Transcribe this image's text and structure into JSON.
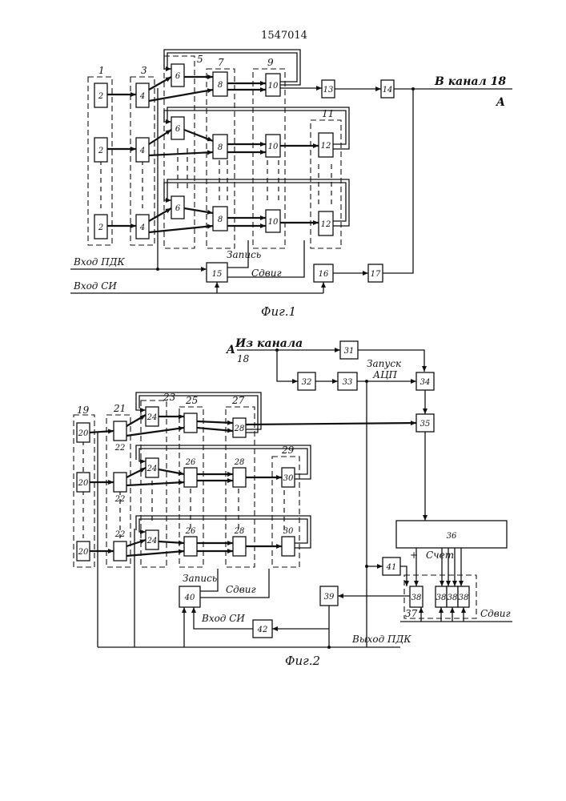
{
  "patent_number": "1547014",
  "fig1": {
    "caption": "Фиг.1",
    "group_labels": [
      "1",
      "3",
      "5",
      "7",
      "9",
      "11"
    ],
    "blocks": {
      "b2": "2",
      "b4": "4",
      "b6": "6",
      "b8": "8",
      "b10": "10",
      "b12": "12",
      "b13": "13",
      "b14": "14",
      "b15": "15",
      "b16": "16",
      "b17": "17"
    },
    "output_label": "В канал 18",
    "point_label": "A",
    "input_pdk": "Вход ПДК",
    "input_si": "Вход СИ",
    "write_label": "Запись",
    "shift_label": "Сдвиг"
  },
  "fig2": {
    "caption": "Фиг.2",
    "group_labels": [
      "19",
      "21",
      "23",
      "25",
      "27",
      "29"
    ],
    "blocks": {
      "b20": "20",
      "b22": "22",
      "b24": "24",
      "b26": "26",
      "b28": "28",
      "b30": "30",
      "b31": "31",
      "b32": "32",
      "b33": "33",
      "b34": "34",
      "b35": "35",
      "b36": "36",
      "b37": "37",
      "b38": "38",
      "b39": "39",
      "b40": "40",
      "b41": "41",
      "b42": "42"
    },
    "point_label": "A",
    "from_channel": "Из канала",
    "channel_num": "18",
    "adc_start_1": "Запуск",
    "adc_start_2": "АЦП",
    "count_label": "Счет",
    "plus_sign": "+",
    "shift_label": "Сдвиг",
    "write_label": "Запись",
    "shift_label_2": "Сдвиг",
    "input_si": "Вход СИ",
    "output_pdk": "Выход ПДК"
  }
}
